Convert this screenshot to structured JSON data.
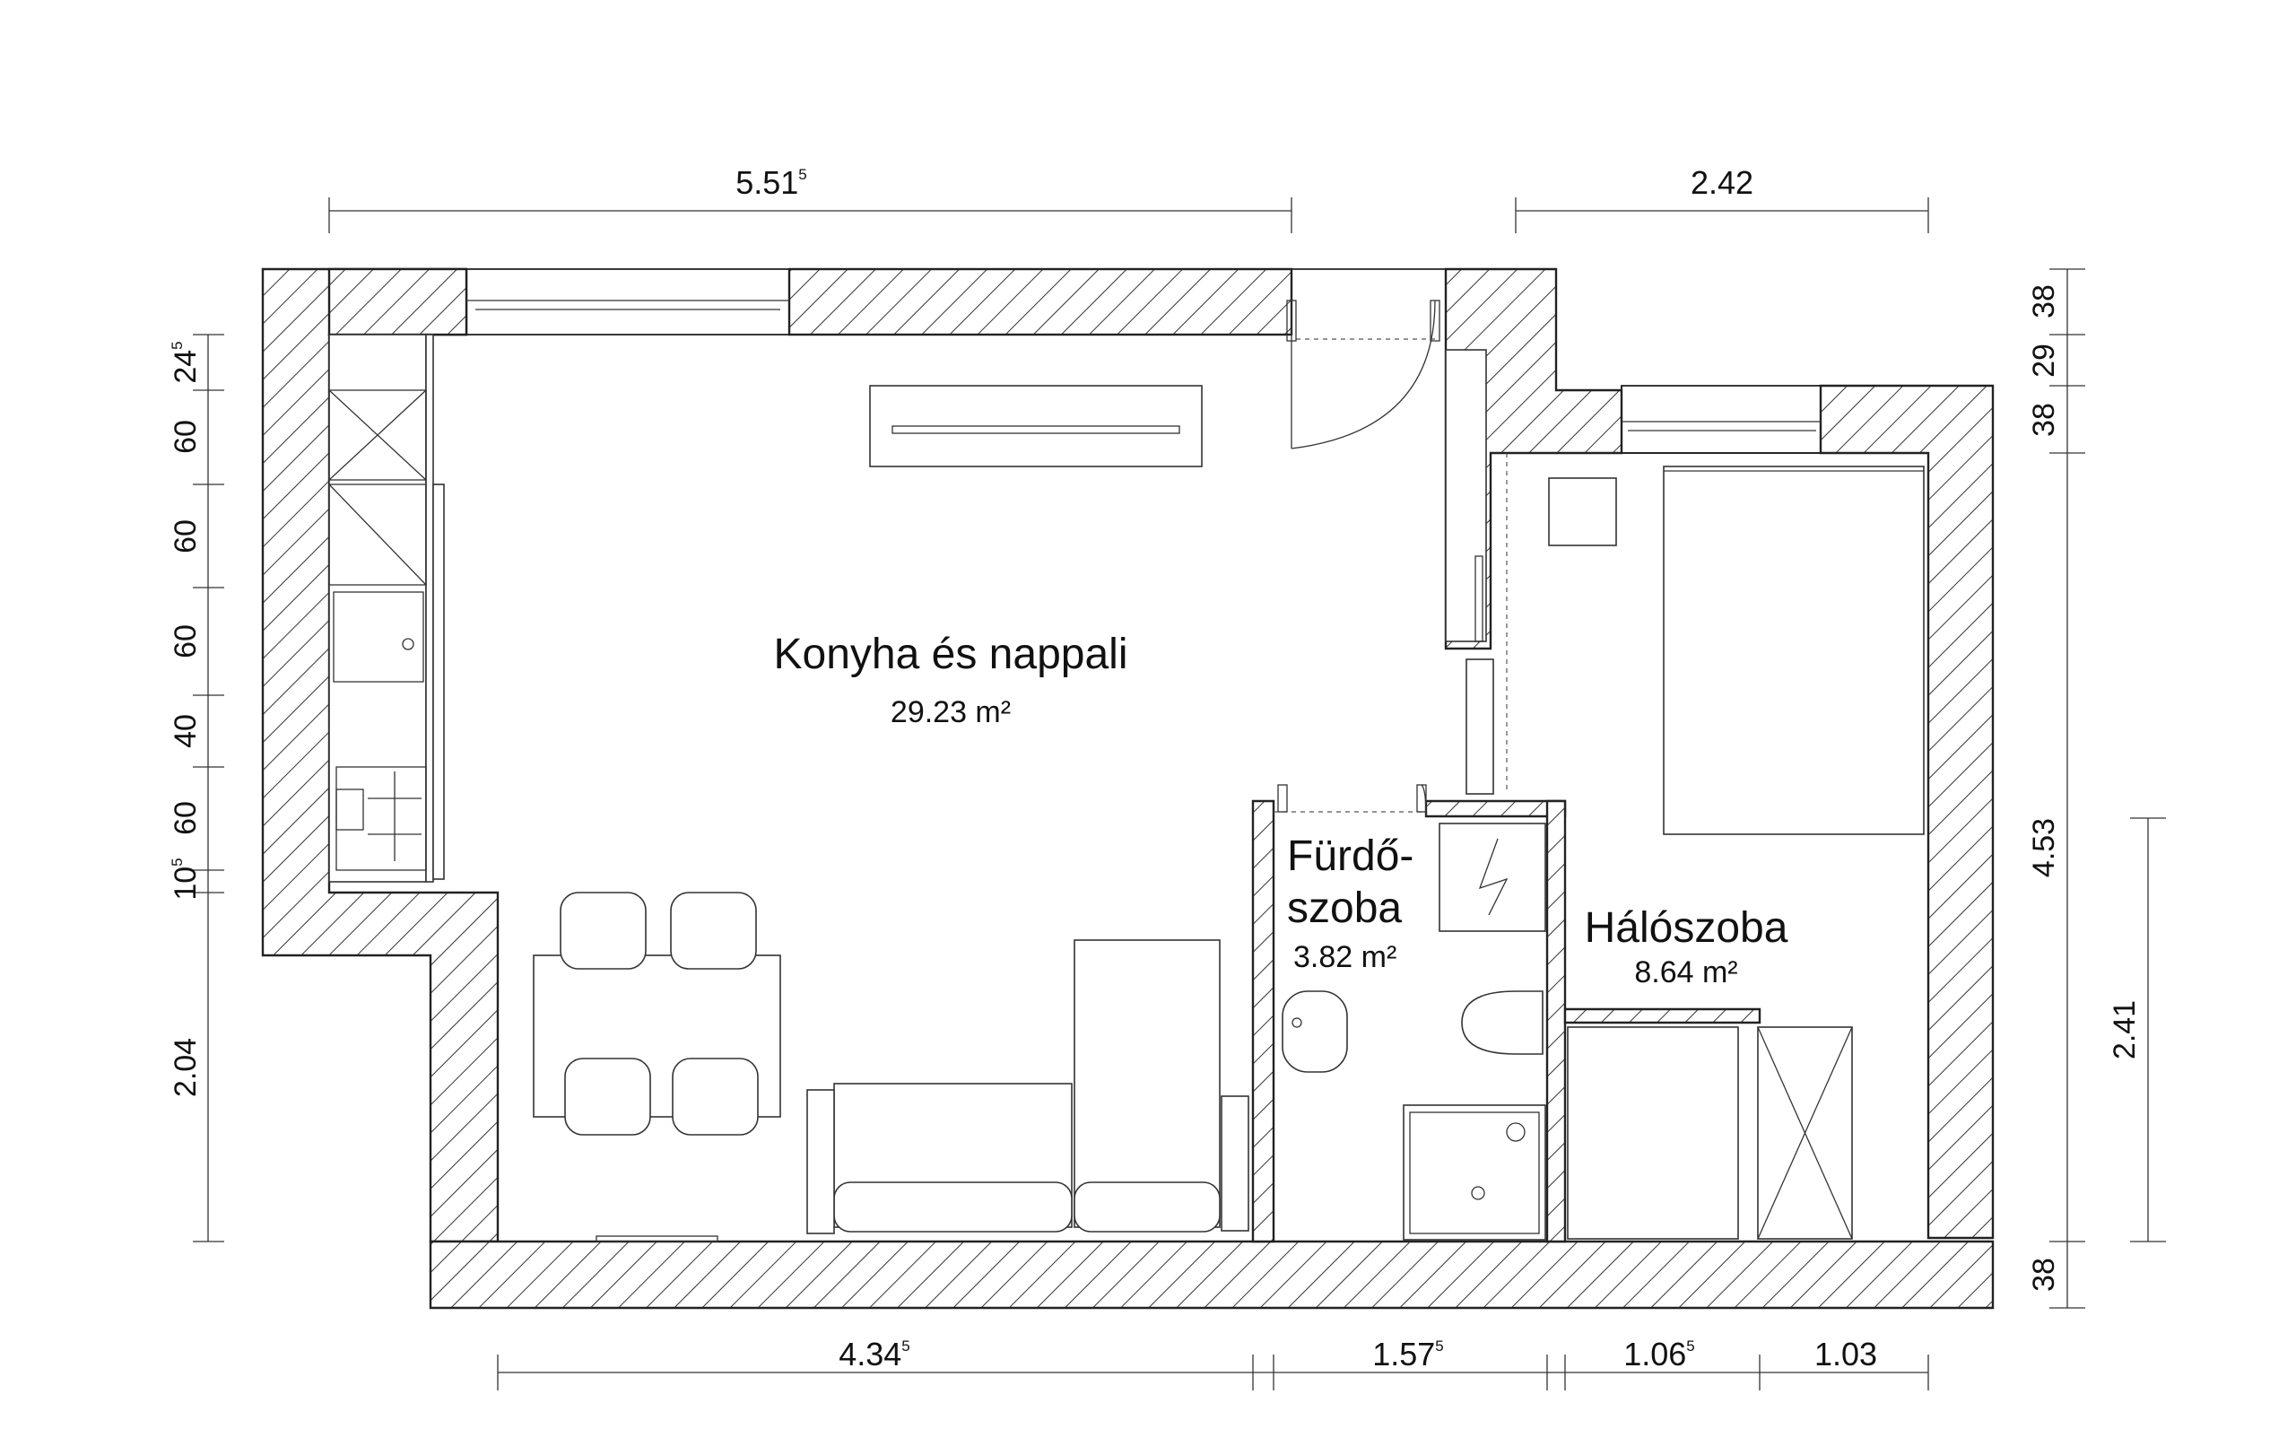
{
  "rooms": {
    "living": {
      "name": "Konyha és nappali",
      "area": "29.23 m²"
    },
    "bathroom": {
      "name_line1": "Fürdő-",
      "name_line2": "szoba",
      "area": "3.82 m²"
    },
    "bedroom": {
      "name": "Hálószoba",
      "area": "8.64 m²"
    }
  },
  "dimensions": {
    "top": [
      {
        "main": "5.51",
        "sup": "5"
      },
      {
        "main": "2.42",
        "sup": ""
      }
    ],
    "bottom": [
      {
        "main": "4.34",
        "sup": "5"
      },
      {
        "main": "1.57",
        "sup": "5"
      },
      {
        "main": "1.06",
        "sup": "5"
      },
      {
        "main": "1.03",
        "sup": ""
      }
    ],
    "left": [
      {
        "main": "24",
        "sup": "5"
      },
      {
        "main": "60",
        "sup": ""
      },
      {
        "main": "60",
        "sup": ""
      },
      {
        "main": "60",
        "sup": ""
      },
      {
        "main": "40",
        "sup": ""
      },
      {
        "main": "60",
        "sup": ""
      },
      {
        "main": "10",
        "sup": "5"
      },
      {
        "main": "2.04",
        "sup": ""
      }
    ],
    "right": [
      {
        "main": "38",
        "sup": ""
      },
      {
        "main": "29",
        "sup": ""
      },
      {
        "main": "38",
        "sup": ""
      },
      {
        "main": "4.53",
        "sup": ""
      },
      {
        "main": "38",
        "sup": ""
      },
      {
        "main": "2.41",
        "sup": ""
      }
    ]
  }
}
